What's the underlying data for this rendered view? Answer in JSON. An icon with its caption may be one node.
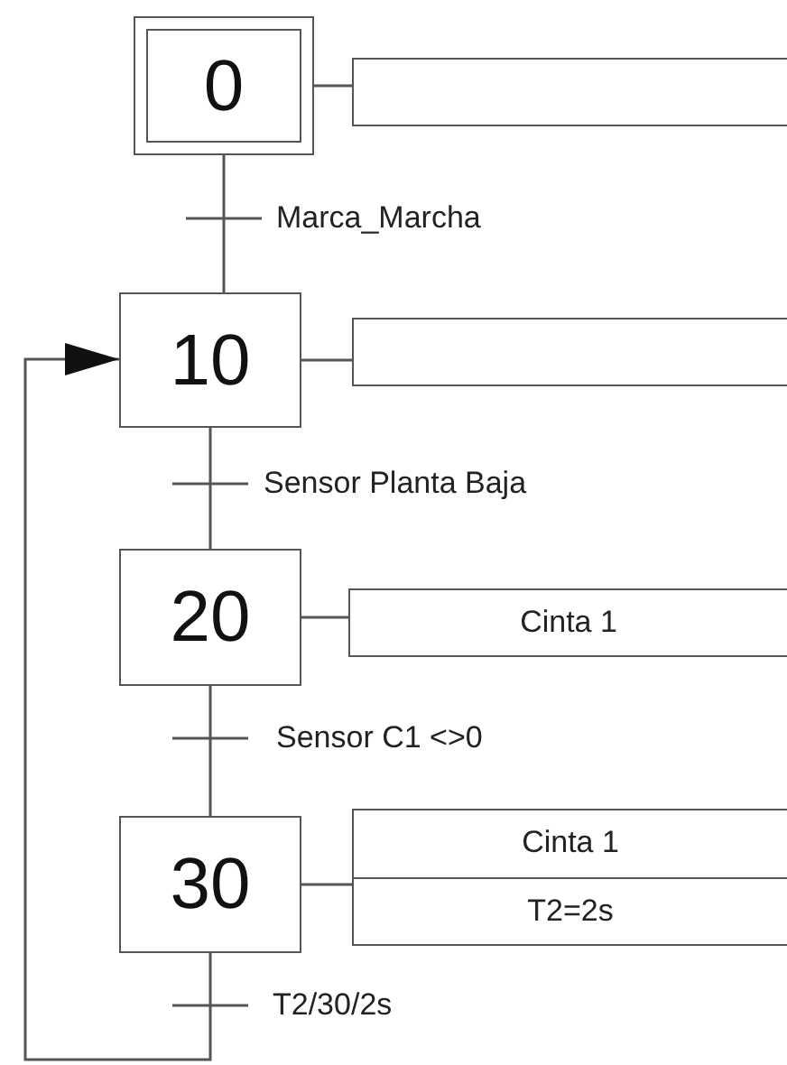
{
  "diagram": {
    "nodes": [
      {
        "text": [
          "0"
        ]
      },
      {
        "text": [],
        "shape": "box"
      },
      {
        "text": [
          "10"
        ]
      },
      {
        "text": [],
        "shape": "box"
      },
      {
        "text": [
          "20"
        ]
      },
      {
        "text": [
          "Cinta 1"
        ]
      },
      {
        "text": [
          "30"
        ]
      },
      {
        "text": [
          "Cinta 1",
          "T2=2s"
        ]
      }
    ],
    "edges": [
      {
        "from": 0,
        "to": 1,
        "arrow": "none"
      },
      {
        "from": 0,
        "to": 2,
        "arrow": "none",
        "label": "Marca_Marcha"
      },
      {
        "from": 2,
        "to": 3,
        "arrow": "none"
      },
      {
        "from": 2,
        "to": 4,
        "arrow": "none",
        "label": "Sensor Planta Baja"
      },
      {
        "from": 4,
        "to": 5,
        "arrow": "none"
      },
      {
        "from": 4,
        "to": 6,
        "arrow": "none",
        "label": "Sensor C1 <>0"
      },
      {
        "from": 6,
        "to": 7,
        "arrow": "none"
      },
      {
        "from": 6,
        "to": 2,
        "arrow": "to",
        "label": "T2/30/2s"
      }
    ]
  }
}
